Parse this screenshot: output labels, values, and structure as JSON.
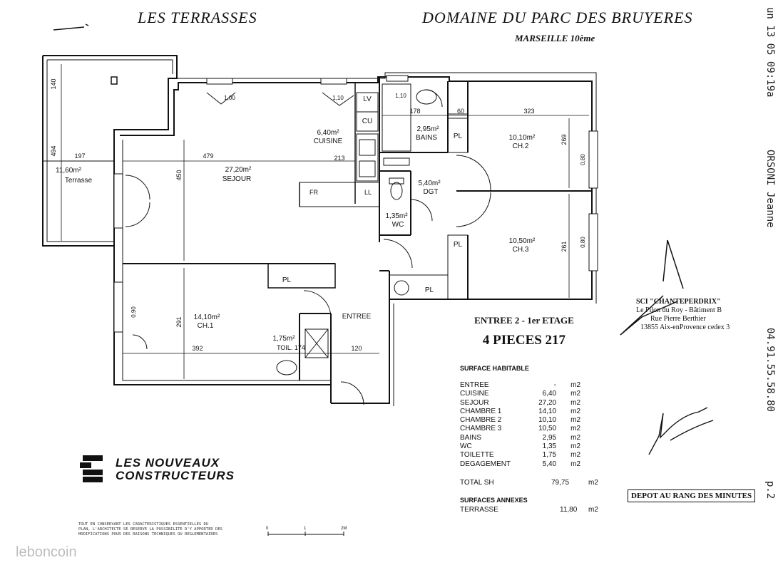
{
  "header": {
    "left_title": "LES TERRASSES",
    "right_title": "DOMAINE DU PARC DES BRUYERES",
    "city": "MARSEILLE 10ème"
  },
  "fax_header": [
    "un 13 05 09:19a",
    "ORSONI Jeanne",
    "04.91.55.58.80",
    "p.2"
  ],
  "rooms": {
    "terrasse": {
      "area": "11,60m²",
      "name": "Terrasse",
      "d1": "197",
      "d2": "494",
      "d3": "140"
    },
    "sejour": {
      "area": "27,20m²",
      "name": "SEJOUR",
      "d1": "479",
      "d2": "450"
    },
    "cuisine": {
      "area": "6,40m²",
      "name": "CUISINE",
      "d1": "213"
    },
    "bains": {
      "area": "2,95m²",
      "name": "BAINS",
      "d1": "178"
    },
    "ch2": {
      "area": "10,10m²",
      "name": "CH.2",
      "d1": "323",
      "d2": "269"
    },
    "dgt": {
      "area": "5,40m²",
      "name": "DGT"
    },
    "wc": {
      "area": "1,35m²",
      "name": "WC"
    },
    "ch3": {
      "area": "10,50m²",
      "name": "CH.3",
      "d1": "261"
    },
    "ch1": {
      "area": "14,10m²",
      "name": "CH.1",
      "d1": "392",
      "d2": "291"
    },
    "toil": {
      "area": "1,75m²",
      "name": "TOIL. 174"
    },
    "entree": {
      "name": "ENTREE",
      "d1": "120"
    }
  },
  "fixtures": {
    "lv": "LV",
    "cu": "CU",
    "fr": "FR",
    "ll": "LL",
    "pl": "PL",
    "window_1": "1,00",
    "window_2": "1,10",
    "window_3": "1,10",
    "window_4": "0,90",
    "window_5": "0,80",
    "window_6": "0,80",
    "d60": "60"
  },
  "info": {
    "entry_floor": "ENTREE 2 - 1er ETAGE",
    "lot": "4 PIECES 217",
    "surface_title": "SURFACE HABITABLE",
    "rows": [
      {
        "label": "ENTREE",
        "value": "-",
        "unit": "m2"
      },
      {
        "label": "CUISINE",
        "value": "6,40",
        "unit": "m2"
      },
      {
        "label": "SEJOUR",
        "value": "27,20",
        "unit": "m2"
      },
      {
        "label": "CHAMBRE 1",
        "value": "14,10",
        "unit": "m2"
      },
      {
        "label": "CHAMBRE 2",
        "value": "10,10",
        "unit": "m2"
      },
      {
        "label": "CHAMBRE 3",
        "value": "10,50",
        "unit": "m2"
      },
      {
        "label": "BAINS",
        "value": "2,95",
        "unit": "m2"
      },
      {
        "label": "WC",
        "value": "1,35",
        "unit": "m2"
      },
      {
        "label": "TOILETTE",
        "value": "1,75",
        "unit": "m2"
      },
      {
        "label": "DEGAGEMENT",
        "value": "5,40",
        "unit": "m2"
      }
    ],
    "total_label": "TOTAL SH",
    "total_value": "79,75",
    "total_unit": "m2",
    "annex_title": "SURFACES ANNEXES",
    "annex_label": "TERRASSE",
    "annex_value": "11,80",
    "annex_unit": "m2"
  },
  "stamp": {
    "line1": "SCI \"CHANTEPERDRIX\"",
    "line2": "Le Pilon du Roy - Bâtiment B",
    "line3": "Rue Pierre Berthier",
    "line4": "13855 Aix-enProvence cedex 3"
  },
  "depot": "DEPOT AU RANG DES MINUTES",
  "logo": {
    "line1": "LES NOUVEAUX",
    "line2": "CONSTRUCTEURS"
  },
  "scale": {
    "s0": "0",
    "s1": "1",
    "s2": "2M"
  },
  "disclaimer": [
    "TOUT EN CONSERVANT LES CARACTERISTIQUES ESSENTIELLES DU",
    "PLAN, L'ARCHITECTE SE RESERVE LA POSSIBILITE D'Y APPORTER DES",
    "MODIFICATIONS POUR DES RAISONS TECHNIQUES OU REGLEMENTAIRES"
  ],
  "watermark": "leboncoin"
}
